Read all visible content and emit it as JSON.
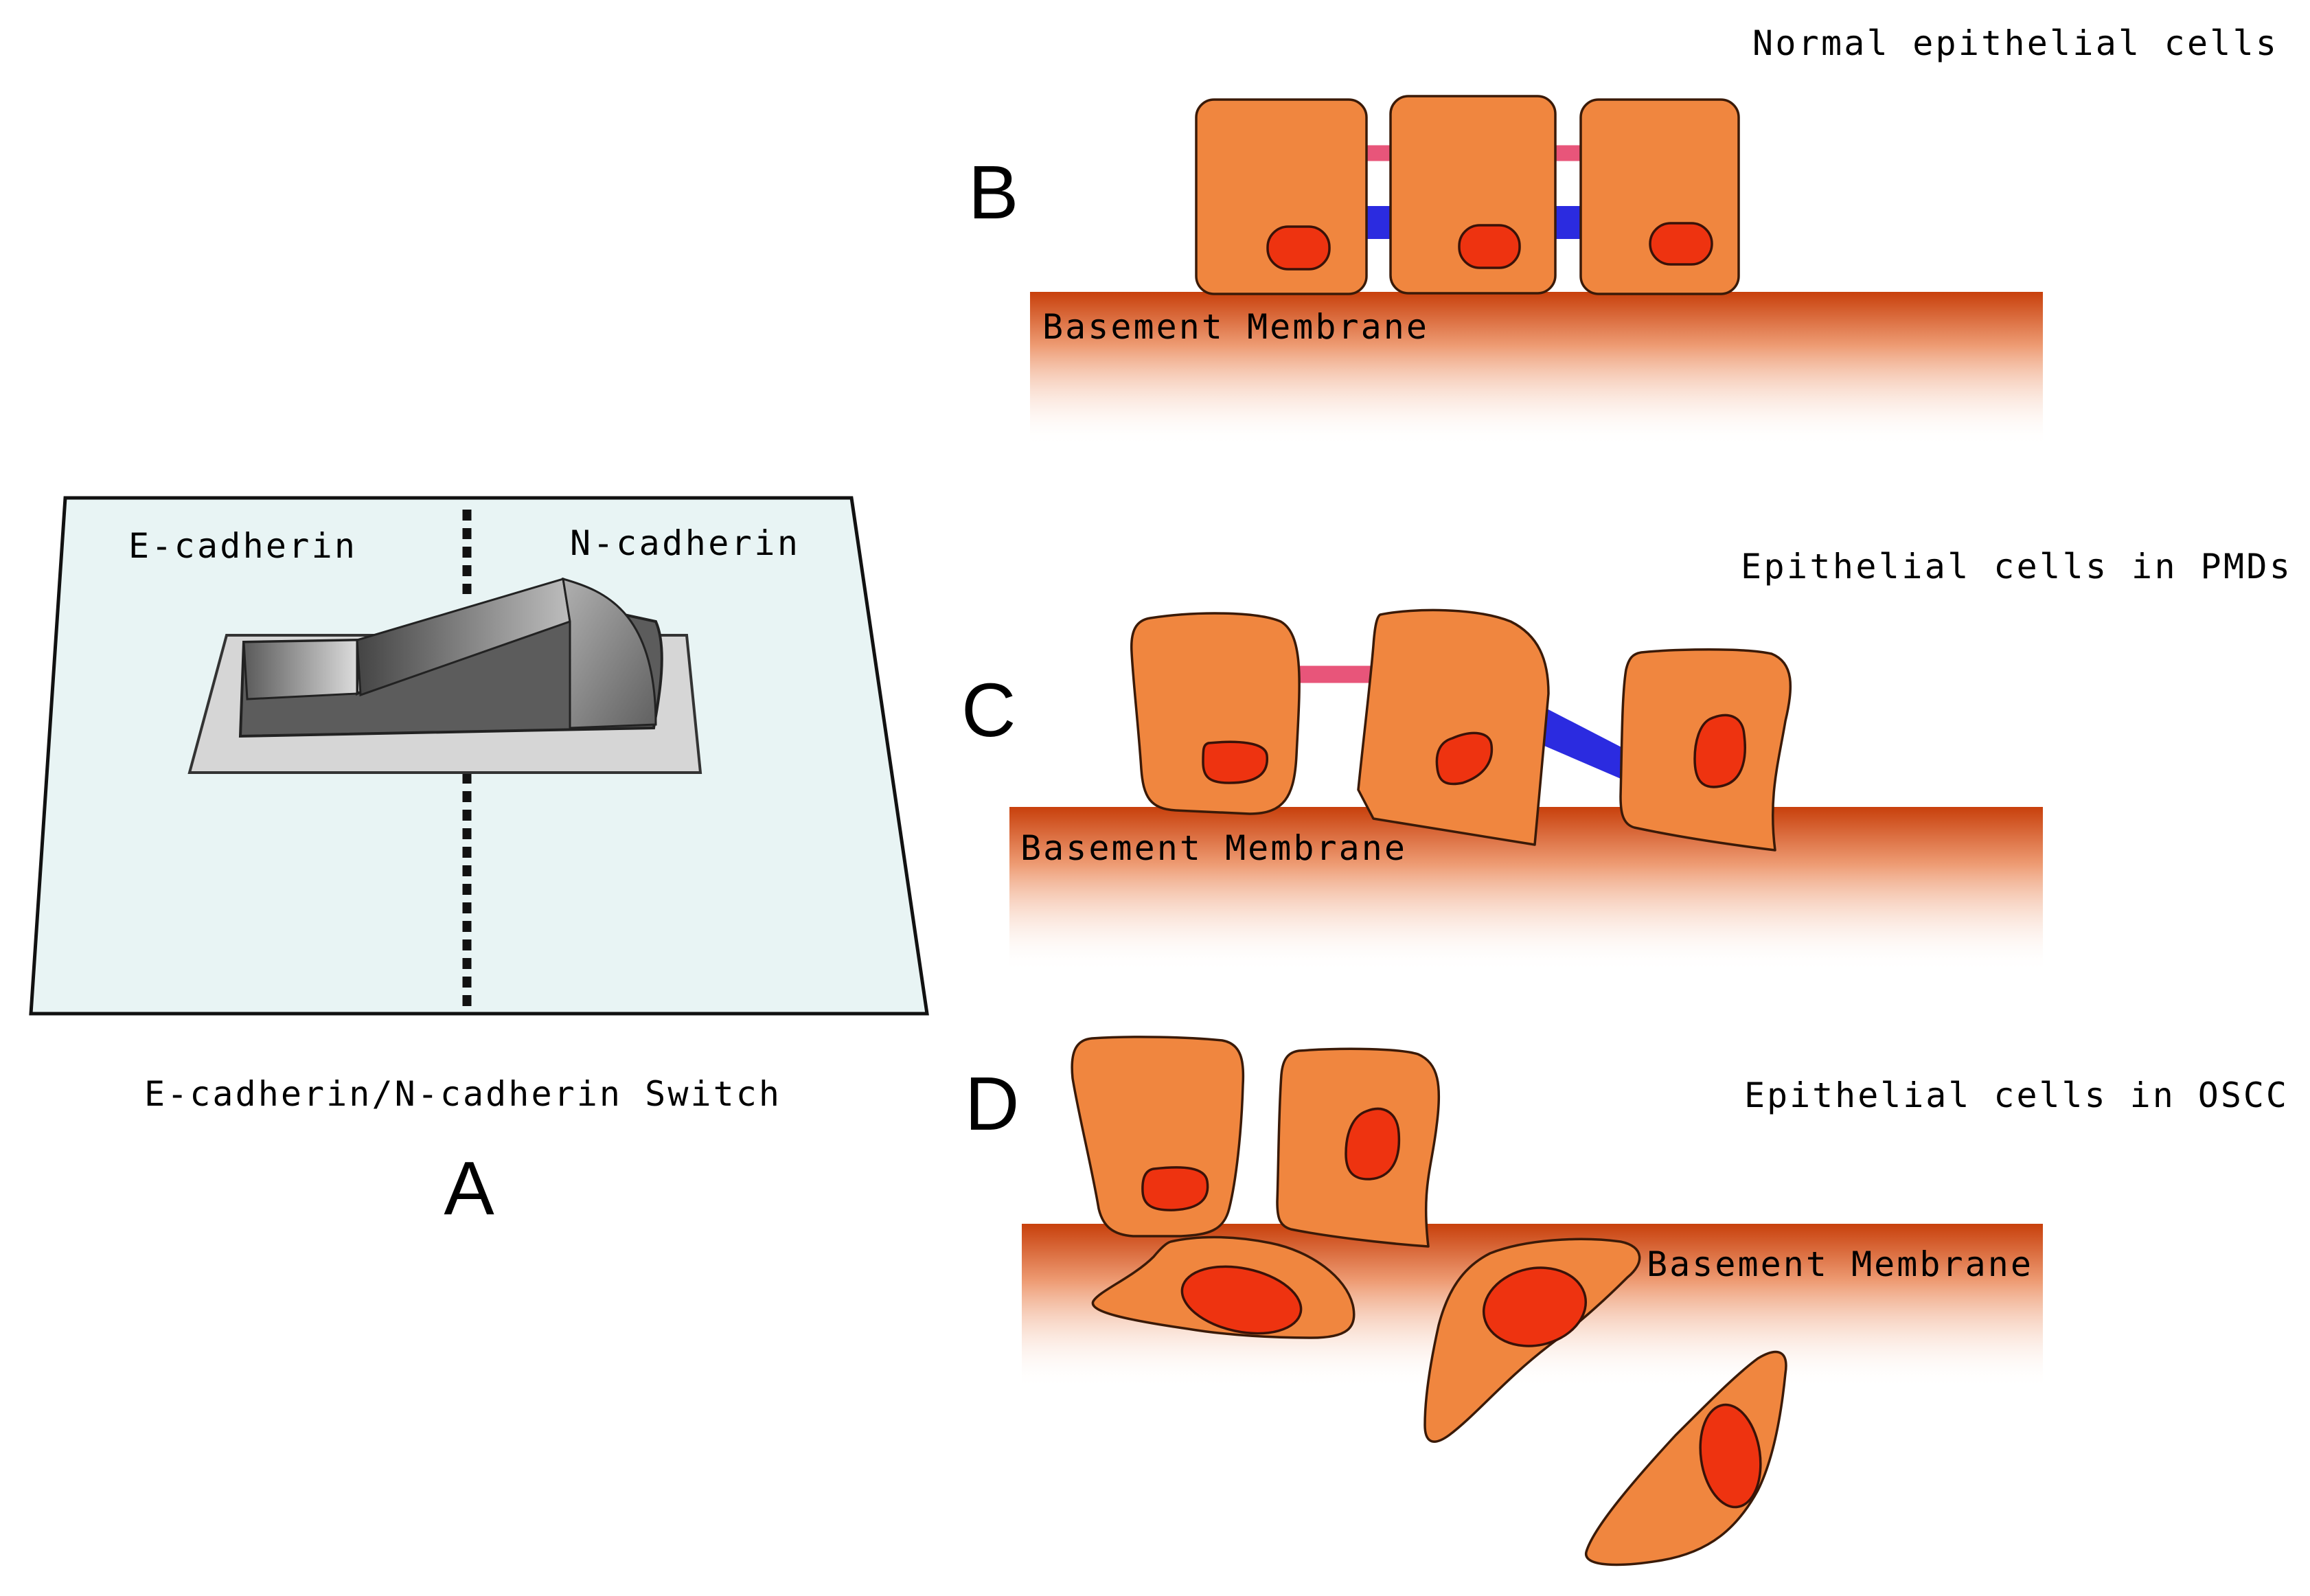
{
  "panel_a": {
    "letter": "A",
    "caption": "E-cadherin/N-cadherin Switch",
    "left_label": "E-cadherin",
    "right_label": "N-cadherin"
  },
  "panel_b": {
    "letter": "B",
    "title": "Normal epithelial cells",
    "membrane_label": "Basement Membrane"
  },
  "panel_c": {
    "letter": "C",
    "title": "Epithelial cells in PMDs",
    "membrane_label": "Basement Membrane"
  },
  "panel_d": {
    "letter": "D",
    "title": "Epithelial cells in OSCC",
    "membrane_label": "Basement Membrane"
  },
  "colors": {
    "cell_fill": "#F0863F",
    "nucleus_fill": "#EE3310",
    "membrane_top": "#C8400C",
    "e_cadherin_junction": "#E8557A",
    "n_cadherin_junction": "#2B2BE0",
    "switch_plate": "#E8F4F4"
  }
}
